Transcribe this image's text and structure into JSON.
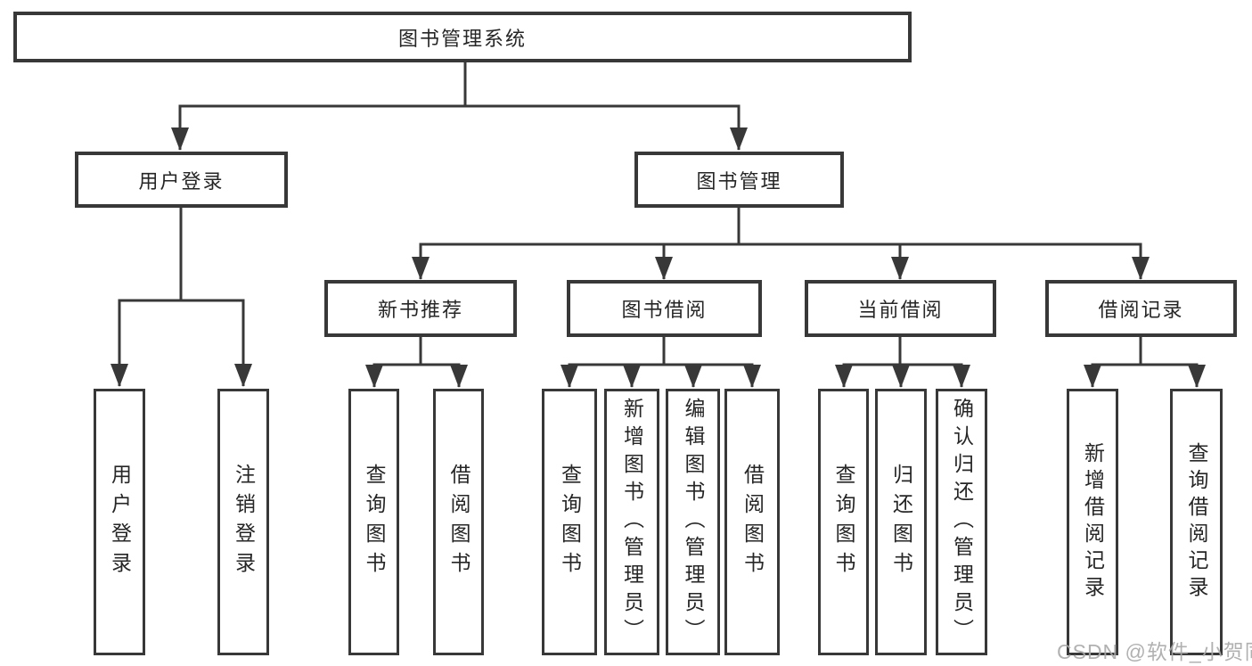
{
  "diagram": {
    "root": {
      "label": "图书管理系统",
      "children": [
        {
          "label": "用户登录",
          "children": [
            {
              "label": "用户登录"
            },
            {
              "label": "注销登录"
            }
          ]
        },
        {
          "label": "图书管理",
          "children": [
            {
              "label": "新书推荐",
              "children": [
                {
                  "label": "查询图书"
                },
                {
                  "label": "借阅图书"
                }
              ]
            },
            {
              "label": "图书借阅",
              "children": [
                {
                  "label": "查询图书"
                },
                {
                  "label": "新增图书（管理员）"
                },
                {
                  "label": "编辑图书（管理员）"
                },
                {
                  "label": "借阅图书"
                }
              ]
            },
            {
              "label": "当前借阅",
              "children": [
                {
                  "label": "查询图书"
                },
                {
                  "label": "归还图书"
                },
                {
                  "label": "确认归还（管理员）"
                }
              ]
            },
            {
              "label": "借阅记录",
              "children": [
                {
                  "label": "新增借阅记录"
                },
                {
                  "label": "查询借阅记录"
                }
              ]
            }
          ]
        }
      ]
    }
  },
  "watermark": {
    "text": "CSDN @软件_小贺同学",
    "color": "#a9a9a9"
  },
  "colors": {
    "line": "#383838",
    "text": "#262626",
    "background": "#ffffff"
  }
}
